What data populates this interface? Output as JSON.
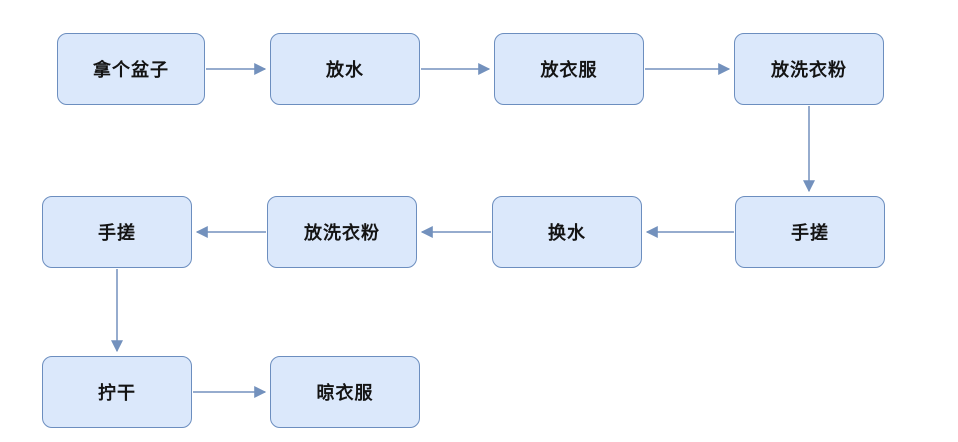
{
  "diagram": {
    "type": "flowchart",
    "description": "Laundry washing process flowchart, snake layout on white canvas",
    "colors": {
      "node_fill": "#dbe8fb",
      "node_border": "#6c8ebf",
      "arrow": "#7391bd",
      "text": "#141414",
      "background": "#ffffff"
    },
    "nodes": [
      {
        "id": "n1",
        "label": "拿个盆子",
        "row": 1,
        "col": 1
      },
      {
        "id": "n2",
        "label": "放水",
        "row": 1,
        "col": 2
      },
      {
        "id": "n3",
        "label": "放衣服",
        "row": 1,
        "col": 3
      },
      {
        "id": "n4",
        "label": "放洗衣粉",
        "row": 1,
        "col": 4
      },
      {
        "id": "n5",
        "label": "手搓",
        "row": 2,
        "col": 4
      },
      {
        "id": "n6",
        "label": "换水",
        "row": 2,
        "col": 3
      },
      {
        "id": "n7",
        "label": "放洗衣粉",
        "row": 2,
        "col": 2
      },
      {
        "id": "n8",
        "label": "手搓",
        "row": 2,
        "col": 1
      },
      {
        "id": "n9",
        "label": "拧干",
        "row": 3,
        "col": 1
      },
      {
        "id": "n10",
        "label": "晾衣服",
        "row": 3,
        "col": 2
      }
    ],
    "edges": [
      {
        "from": "n1",
        "to": "n2",
        "direction": "right"
      },
      {
        "from": "n2",
        "to": "n3",
        "direction": "right"
      },
      {
        "from": "n3",
        "to": "n4",
        "direction": "right"
      },
      {
        "from": "n4",
        "to": "n5",
        "direction": "down"
      },
      {
        "from": "n5",
        "to": "n6",
        "direction": "left"
      },
      {
        "from": "n6",
        "to": "n7",
        "direction": "left"
      },
      {
        "from": "n7",
        "to": "n8",
        "direction": "left"
      },
      {
        "from": "n8",
        "to": "n9",
        "direction": "down"
      },
      {
        "from": "n9",
        "to": "n10",
        "direction": "right"
      }
    ]
  }
}
